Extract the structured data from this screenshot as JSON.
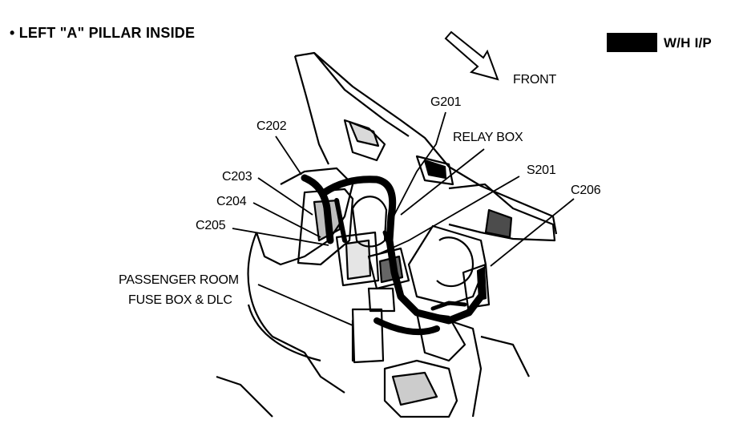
{
  "title": "•  LEFT \"A\" PILLAR INSIDE",
  "legend": {
    "text": "W/H I/P",
    "swatch_color": "#000000"
  },
  "direction_label": "FRONT",
  "callouts": {
    "c202": "C202",
    "g201": "G201",
    "relay_box": "RELAY BOX",
    "s201": "S201",
    "c206": "C206",
    "c203": "C203",
    "c204": "C204",
    "c205": "C205",
    "fuse_box_line1": "PASSENGER ROOM",
    "fuse_box_line2": "FUSE BOX & DLC"
  }
}
